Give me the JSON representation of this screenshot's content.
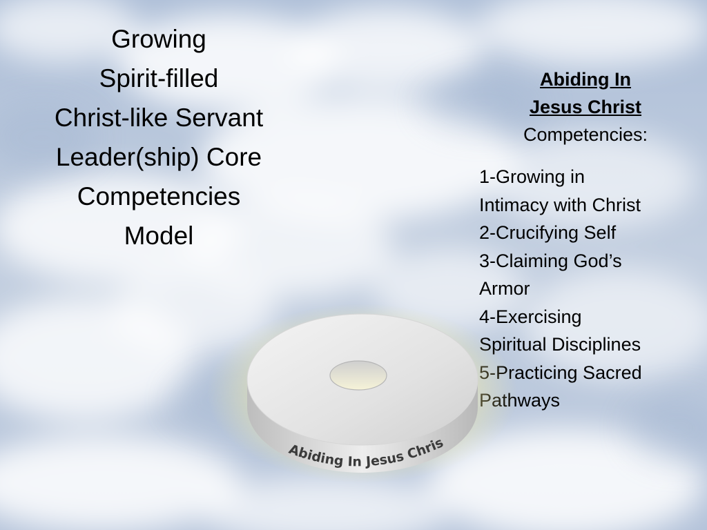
{
  "slide": {
    "title_lines": [
      "Growing",
      "Spirit-filled",
      "Christ-like Servant",
      "Leader(ship) Core",
      "Competencies",
      "Model"
    ],
    "heading": {
      "line1": "Abiding In",
      "line2": "Jesus Christ",
      "subheading": "Competencies:"
    },
    "competencies": [
      {
        "lines": [
          "1-Growing in",
          "Intimacy with Christ"
        ]
      },
      {
        "lines": [
          "2-Crucifying Self"
        ]
      },
      {
        "lines": [
          "3-Claiming God’s",
          "Armor"
        ]
      },
      {
        "lines": [
          "4-Exercising",
          "Spiritual Disciplines"
        ]
      },
      {
        "lines": [
          "5-Practicing Sacred",
          "Pathways"
        ]
      }
    ],
    "disc_label": "Abiding In Jesus Christ",
    "colors": {
      "sky": "#b9c8de",
      "disc_glow": "#fff6a8",
      "disc_top": "#e6e6e6",
      "disc_edge": "#cfcfcf",
      "text": "#000000"
    }
  }
}
